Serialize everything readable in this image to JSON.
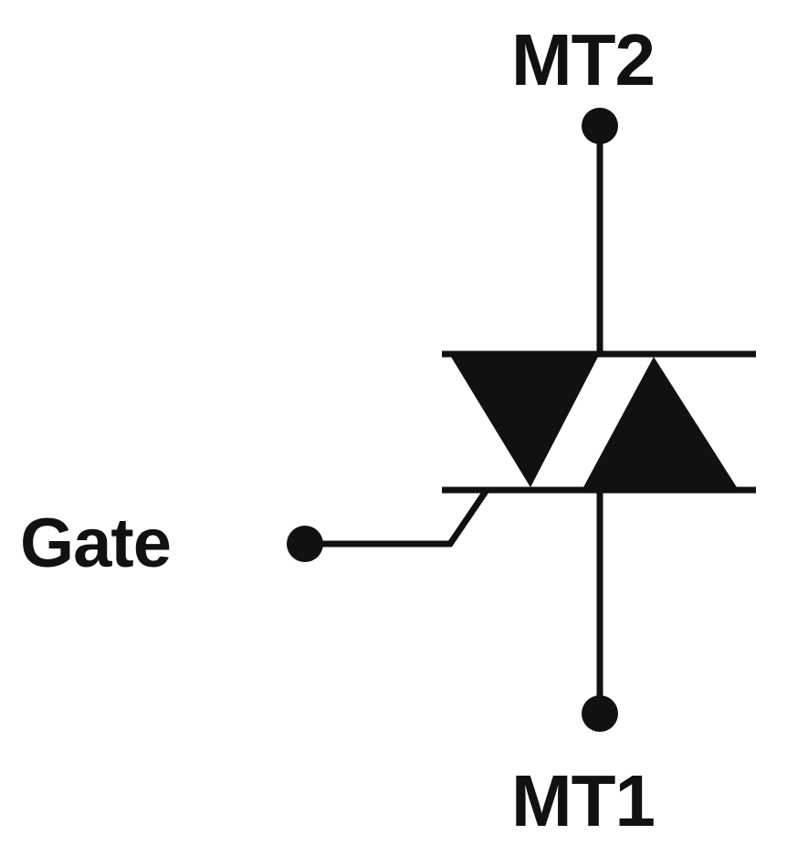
{
  "labels": {
    "mt2": "MT2",
    "mt1": "MT1",
    "gate": "Gate"
  },
  "colors": {
    "ink": "#111111",
    "background": "#ffffff"
  }
}
